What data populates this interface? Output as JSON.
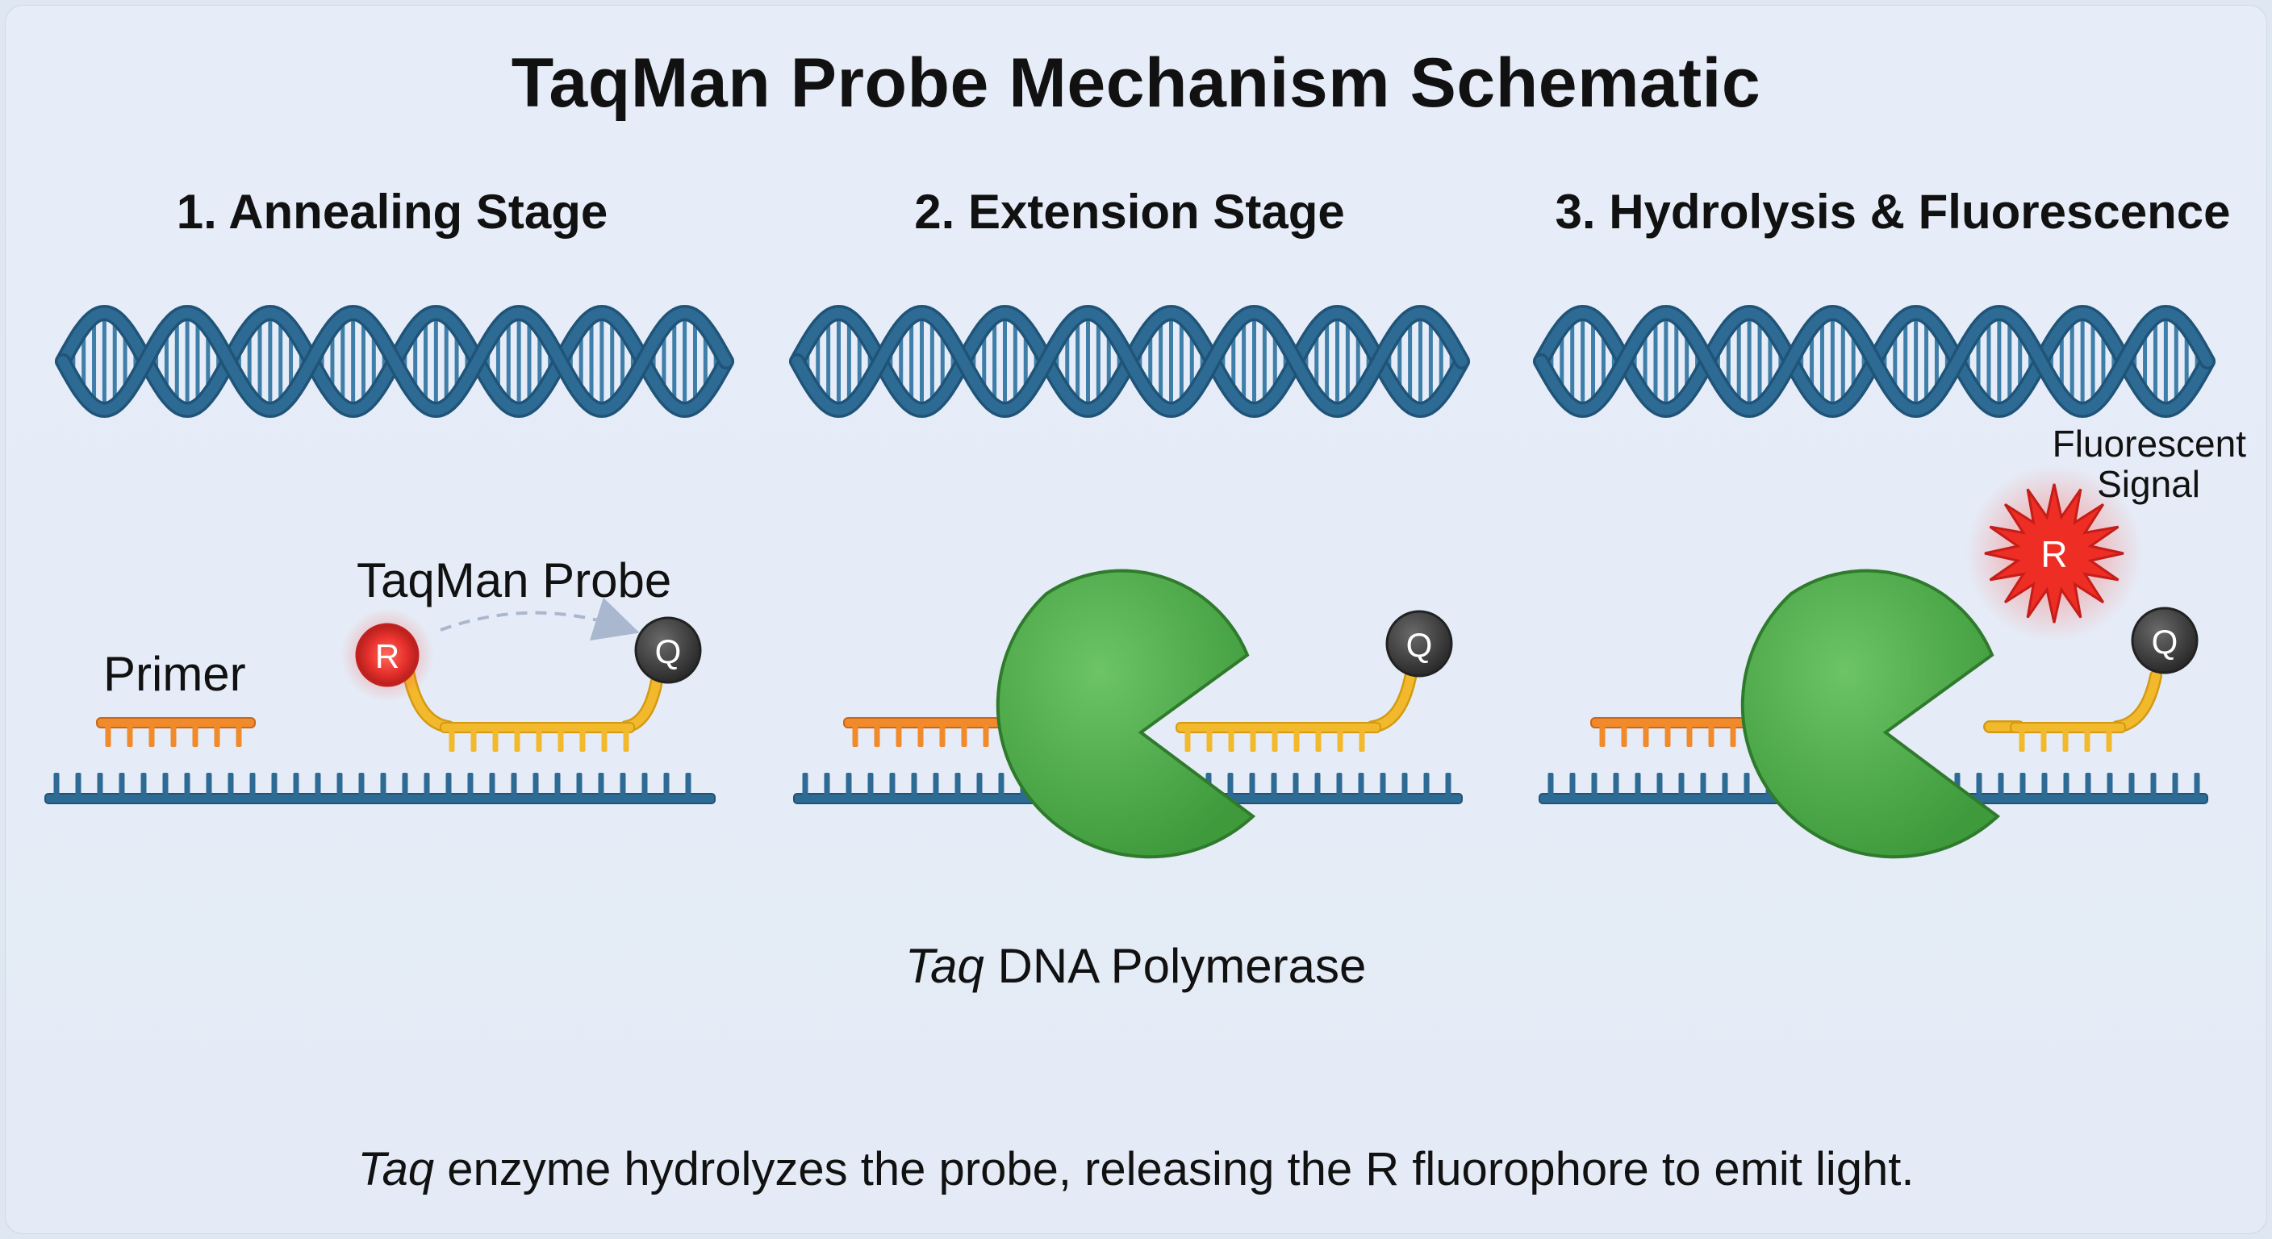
{
  "title": "TaqMan Probe Mechanism Schematic",
  "stages": [
    {
      "label": "1. Annealing Stage"
    },
    {
      "label": "2. Extension Stage"
    },
    {
      "label": "3. Hydrolysis & Fluorescence"
    }
  ],
  "labels": {
    "primer": "Primer",
    "probe": "TaqMan Probe",
    "reporter": "R",
    "quencher": "Q",
    "polymerase_italic": "Taq",
    "polymerase_rest": " DNA Polymerase",
    "signal_line1": "Fluorescent",
    "signal_line2": "Signal"
  },
  "caption": {
    "italic": "Taq",
    "rest": " enzyme hydrolyzes the probe, releasing the R fluorophore to emit light."
  },
  "colors": {
    "dna": "#2e6b94",
    "primer": "#f08a2a",
    "probe": "#f3b92c",
    "polymerase": "#4fae4a",
    "reporter": "#e8322e",
    "quencher": "#3d3d3d"
  }
}
